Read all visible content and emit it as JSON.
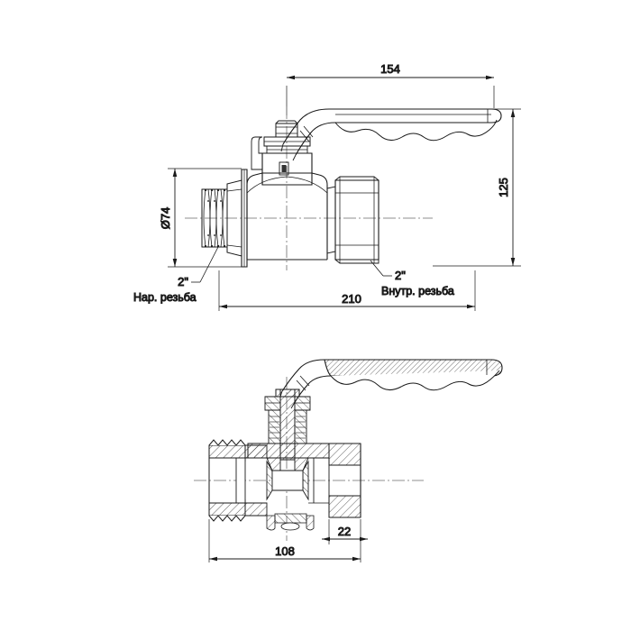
{
  "drawing": {
    "title": "Ball valve technical drawing",
    "background_color": "#ffffff",
    "line_color": "#1a1a1a",
    "center_line_color": "#6b6b6b",
    "hatch_color": "#333333"
  },
  "top_view": {
    "name": "elevation-view",
    "dimensions": {
      "handle_length": "154",
      "handle_height": "125",
      "body_length": "210",
      "flange_diameter": "Ø74"
    },
    "labels": {
      "male_thread_size": "2\"",
      "male_thread_text": "Нар. резьба",
      "female_thread_size": "2\"",
      "female_thread_text": "Внутр. резьба"
    }
  },
  "bottom_view": {
    "name": "section-view",
    "dimensions": {
      "body_length": "108",
      "socket_depth": "22"
    }
  }
}
